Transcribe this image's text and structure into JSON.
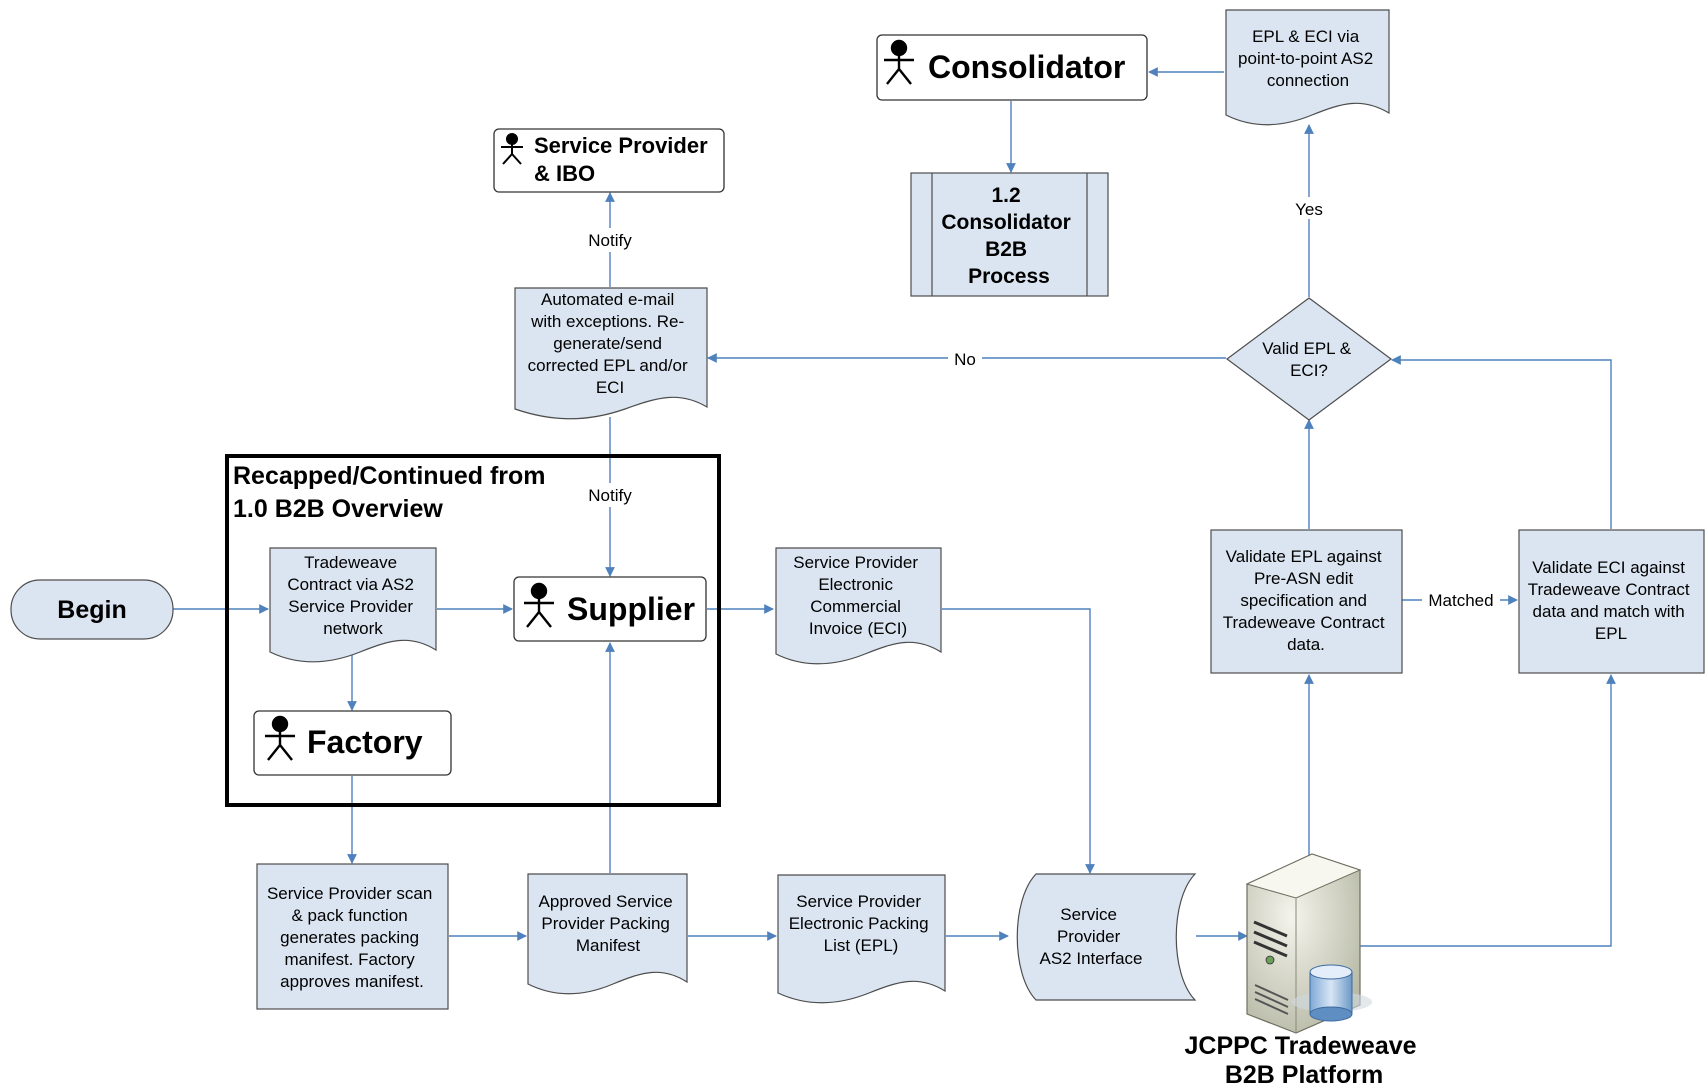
{
  "nodes": {
    "begin": "Begin",
    "tradeweave_contract": [
      "Tradeweave",
      "Contract via AS2",
      "Service Provider",
      "network"
    ],
    "supplier": "Supplier",
    "factory": "Factory",
    "recap_title": [
      "Recapped/Continued from",
      "1.0 B2B Overview"
    ],
    "scan_pack": [
      "Service Provider scan",
      "& pack function",
      "generates packing",
      "manifest.  Factory",
      "approves manifest."
    ],
    "approved_manifest": [
      "Approved Service",
      "Provider Packing",
      "Manifest"
    ],
    "epl_doc": [
      "Service Provider",
      "Electronic Packing",
      "List (EPL)"
    ],
    "eci_doc": [
      "Service Provider",
      "Electronic",
      "Commercial",
      "Invoice (ECI)"
    ],
    "as2_interface": [
      "Service",
      "Provider",
      "AS2 Interface"
    ],
    "platform": [
      "JCPPC Tradeweave",
      "B2B Platform"
    ],
    "validate_epl": [
      "Validate EPL against",
      "Pre-ASN edit",
      "specification and",
      "Tradeweave Contract",
      "data."
    ],
    "validate_eci": [
      "Validate ECI against",
      "Tradeweave Contract",
      "data and match with",
      "EPL"
    ],
    "decision": [
      "Valid EPL &",
      "ECI?"
    ],
    "auto_email": [
      "Automated e-mail",
      "with exceptions. Re-",
      "generate/send",
      "corrected EPL and/or",
      "ECI"
    ],
    "sp_ibo": [
      "Service Provider",
      "& IBO"
    ],
    "consolidator": "Consolidator",
    "point_to_point": [
      "EPL & ECI via",
      "point-to-point AS2",
      "connection"
    ],
    "consolidator_process": [
      "1.2",
      "Consolidator",
      "B2B",
      "Process"
    ]
  },
  "edge_labels": {
    "notify_upper": "Notify",
    "notify_lower": "Notify",
    "no": "No",
    "yes": "Yes",
    "matched": "Matched"
  },
  "colors": {
    "shape_fill": "#dbe5f1",
    "connector": "#4f81bd",
    "outline": "#4d4d4d"
  }
}
